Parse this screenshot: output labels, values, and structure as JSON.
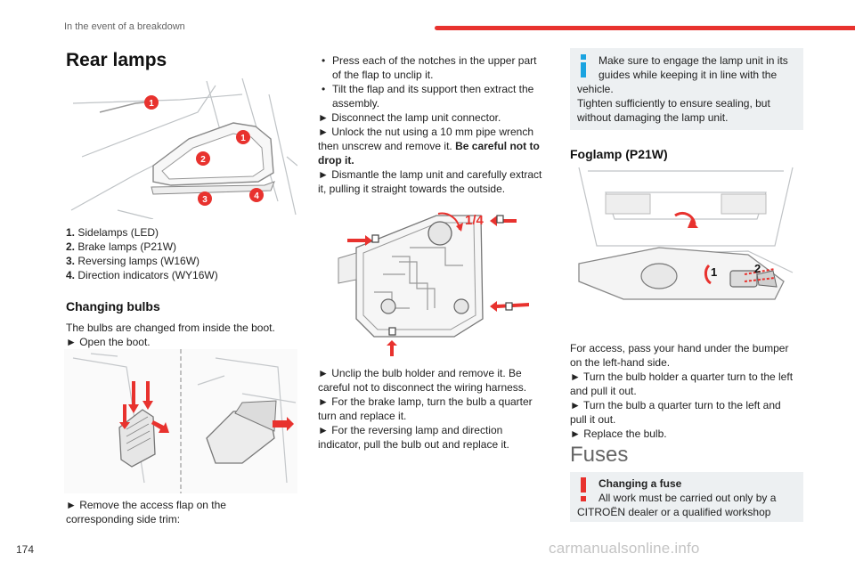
{
  "header": {
    "section": "In the event of a breakdown"
  },
  "page_number": "174",
  "watermark": "carmanualsonline.info",
  "left": {
    "title": "Rear lamps",
    "legend": [
      {
        "num": "1.",
        "text": "Sidelamps (LED)"
      },
      {
        "num": "2.",
        "text": "Brake lamps (P21W)"
      },
      {
        "num": "3.",
        "text": "Reversing lamps (W16W)"
      },
      {
        "num": "4.",
        "text": "Direction indicators (WY16W)"
      }
    ],
    "diagram_markers": [
      "1",
      "1",
      "2",
      "3",
      "4"
    ],
    "changing_bulbs_heading": "Changing bulbs",
    "intro_line": "The bulbs are changed from inside the boot.",
    "open_boot": "► Open the boot.",
    "remove_flap": [
      "► Remove the access flap on the",
      "corresponding side trim:"
    ]
  },
  "middle": {
    "bullets": [
      [
        "Press each of the notches in the upper part",
        "of the flap to unclip it."
      ],
      [
        "Tilt the flap and its support then extract the",
        "assembly."
      ]
    ],
    "step_disconnect": "► Disconnect the lamp unit connector.",
    "step_unlock": [
      "► Unlock the nut using a 10 mm pipe wrench",
      "then unscrew and remove it."
    ],
    "step_unlock_bold": [
      "Be careful not to",
      "drop it."
    ],
    "step_dismantle": [
      "► Dismantle the lamp unit and carefully extract",
      "it, pulling it straight towards the outside."
    ],
    "diagram_label": "1/4",
    "step_unclip": [
      "► Unclip the bulb holder and remove it. Be",
      "careful not to disconnect the wiring harness."
    ],
    "step_brake": [
      "► For the brake lamp, turn the bulb a quarter",
      "turn and replace it."
    ],
    "step_reversing": [
      "► For the reversing lamp and direction",
      "indicator, pull the bulb out and replace it."
    ]
  },
  "right": {
    "info_lines": [
      "Make sure to engage the lamp unit in its",
      "guides while keeping it in line with the",
      "vehicle.",
      "Tighten sufficiently to ensure sealing, but",
      "without damaging the lamp unit."
    ],
    "foglamp_heading": "Foglamp (P21W)",
    "fog_markers": [
      "1",
      "2"
    ],
    "access_lines": [
      "For access, pass your hand under the bumper",
      "on the left-hand side."
    ],
    "turn_holder": [
      "► Turn the bulb holder a quarter turn to the left",
      "and pull it out."
    ],
    "turn_bulb": [
      "► Turn the bulb a quarter turn to the left and",
      "pull it out."
    ],
    "replace": "► Replace the bulb.",
    "fuses_heading": "Fuses",
    "fuse_box_title": "Changing a fuse",
    "fuse_box_lines": [
      "All work must be carried out only by a",
      "CITROËN dealer or a qualified workshop"
    ]
  },
  "colors": {
    "accent": "#e8322e",
    "info": "#1aa3e0",
    "box_bg": "#edf0f2"
  }
}
